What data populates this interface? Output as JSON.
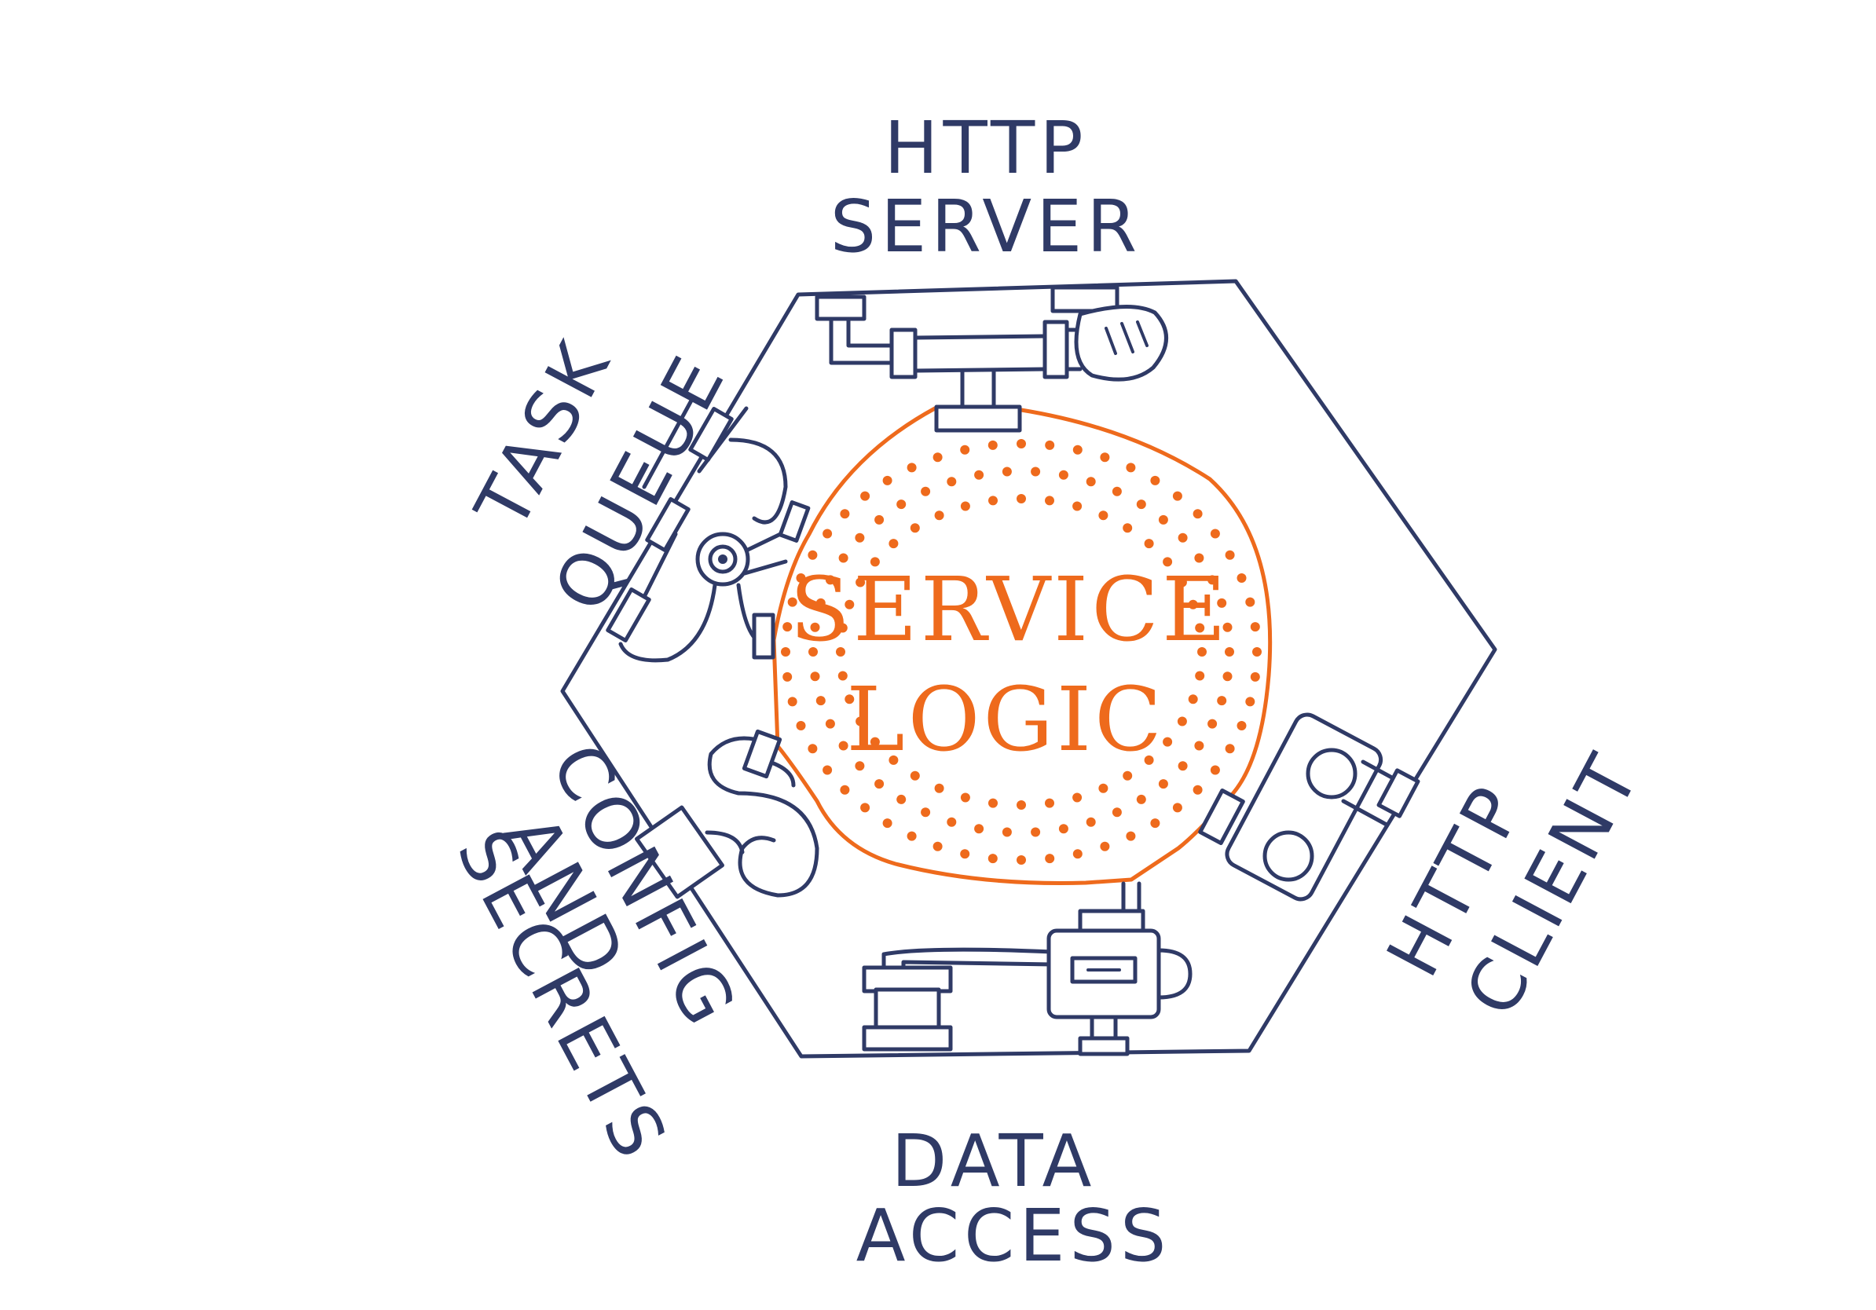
{
  "colors": {
    "ink": "#2f3a66",
    "accent": "#ee6a1c",
    "background": "#ffffff"
  },
  "labels": {
    "http_server": [
      "HTTP",
      "SERVER"
    ],
    "task_queue": [
      "TASK",
      "QUEUE"
    ],
    "config_secrets": [
      "CONFIG",
      "AND",
      "SECRETS"
    ],
    "http_client": [
      "HTTP",
      "CLIENT"
    ],
    "data_access": [
      "DATA",
      "ACCESS"
    ],
    "service_logic": [
      "SERVICE",
      "LOGIC"
    ]
  },
  "icons": [
    "pipe-assembly-icon",
    "valve-icon",
    "coil-pipe-icon",
    "pump-icon",
    "tank-icon",
    "meter-icon"
  ]
}
